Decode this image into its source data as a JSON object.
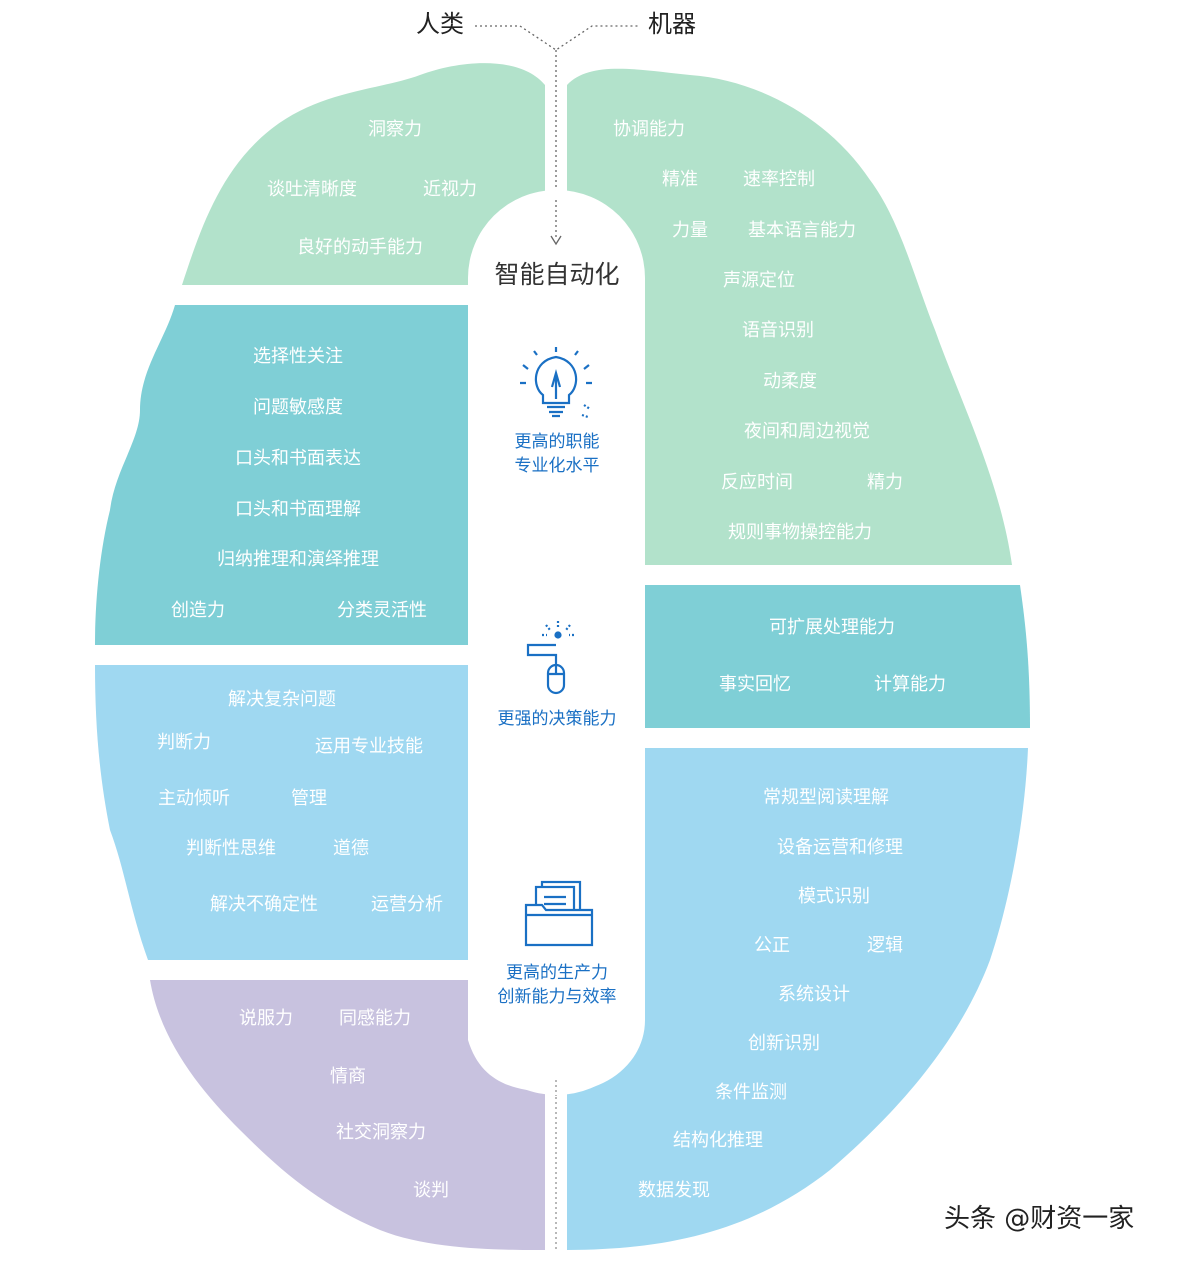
{
  "header": {
    "left_label": "人类",
    "right_label": "机器"
  },
  "center": {
    "title": "智能自动化",
    "items": [
      {
        "icon": "lightbulb-icon",
        "lines": [
          "更高的职能",
          "专业化水平"
        ]
      },
      {
        "icon": "mouse-click-icon",
        "lines": [
          "更强的决策能力"
        ]
      },
      {
        "icon": "documents-folder-icon",
        "lines": [
          "更高的生产力",
          "创新能力与效率"
        ]
      }
    ]
  },
  "human": {
    "sensory": [
      "洞察力",
      "谈吐清晰度",
      "近视力",
      "良好的动手能力"
    ],
    "cognitive": [
      "选择性关注",
      "问题敏感度",
      "口头和书面表达",
      "口头和书面理解",
      "归纳推理和演绎推理",
      "创造力",
      "分类灵活性"
    ],
    "judgment": [
      "解决复杂问题",
      "判断力",
      "运用专业技能",
      "主动倾听",
      "管理",
      "判断性思维",
      "道德",
      "解决不确定性",
      "运营分析"
    ],
    "social": [
      "说服力",
      "同感能力",
      "情商",
      "社交洞察力",
      "谈判"
    ]
  },
  "machine": {
    "physical": [
      "协调能力",
      "精准",
      "速率控制",
      "力量",
      "基本语言能力",
      "声源定位",
      "语音识别",
      "动柔度",
      "夜间和周边视觉",
      "反应时间",
      "精力",
      "规则事物操控能力"
    ],
    "processing": [
      "可扩展处理能力",
      "事实回忆",
      "计算能力"
    ],
    "analytical": [
      "常规型阅读理解",
      "设备运营和修理",
      "模式识别",
      "公正",
      "逻辑",
      "系统设计",
      "创新识别",
      "条件监测",
      "结构化推理",
      "数据发现"
    ]
  },
  "colors": {
    "light_green": "#b2e2cb",
    "teal": "#7fcfd6",
    "light_blue": "#9fd8f1",
    "lavender": "#c8c2df",
    "icon_blue": "#1a70c4"
  },
  "watermark": "头条 @财资一家"
}
